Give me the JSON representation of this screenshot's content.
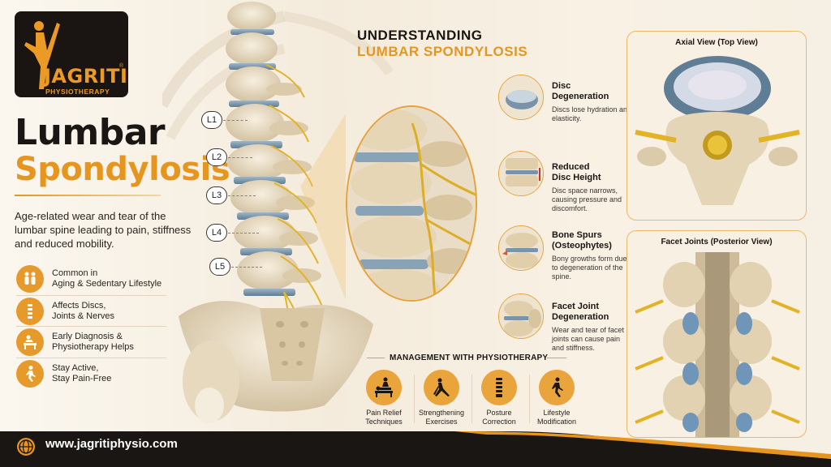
{
  "brand": {
    "name": "JAGRITI",
    "registered": "®",
    "sub": "PHYSIOTHERAPY"
  },
  "title": {
    "line1": "Lumbar",
    "line2": "Spondylosis"
  },
  "tagline": "Age-related wear and tear of the lumbar spine leading to pain, stiffness and reduced mobility.",
  "features": [
    {
      "icon": "elderly-couple-icon",
      "line1": "Common in",
      "line2": "Aging & Sedentary Lifestyle"
    },
    {
      "icon": "spine-icon",
      "line1": "Affects Discs,",
      "line2": "Joints & Nerves"
    },
    {
      "icon": "physiotherapy-table-icon",
      "line1": "Early Diagnosis &",
      "line2": "Physiotherapy Helps"
    },
    {
      "icon": "walking-person-icon",
      "line1": "Stay Active,",
      "line2": "Stay Pain-Free"
    }
  ],
  "vertebrae": [
    "L1",
    "L2",
    "L3",
    "L4",
    "L5"
  ],
  "heading": {
    "line1": "UNDERSTANDING",
    "line2": "LUMBAR SPONDYLOSIS"
  },
  "conditions": [
    {
      "title1": "Disc",
      "title2": "Degeneration",
      "desc": "Discs lose hydration and elasticity."
    },
    {
      "title1": "Reduced",
      "title2": "Disc Height",
      "desc": "Disc space narrows, causing pressure and discomfort."
    },
    {
      "title1": "Bone Spurs",
      "title2": "(Osteophytes)",
      "desc": "Bony growths form due to degeneration of the spine."
    },
    {
      "title1": "Facet Joint",
      "title2": "Degeneration",
      "desc": "Wear and tear of facet joints can cause pain and stiffness."
    }
  ],
  "management": {
    "title": "MANAGEMENT WITH PHYSIOTHERAPY",
    "items": [
      {
        "icon": "massage-icon",
        "line1": "Pain Relief",
        "line2": "Techniques"
      },
      {
        "icon": "stretching-icon",
        "line1": "Strengthening",
        "line2": "Exercises"
      },
      {
        "icon": "spine-posture-icon",
        "line1": "Posture",
        "line2": "Correction"
      },
      {
        "icon": "walking-icon",
        "line1": "Lifestyle",
        "line2": "Modification"
      }
    ]
  },
  "panels": {
    "axial": "Axial View (Top View)",
    "facet": "Facet Joints (Posterior View)"
  },
  "footer": {
    "url": "www.jagritiphysio.com"
  },
  "colors": {
    "accent": "#e6961f",
    "dark": "#1a1613",
    "bone": "#e8dcc6",
    "disc": "#7b93a8",
    "nerve": "#e2b327"
  }
}
